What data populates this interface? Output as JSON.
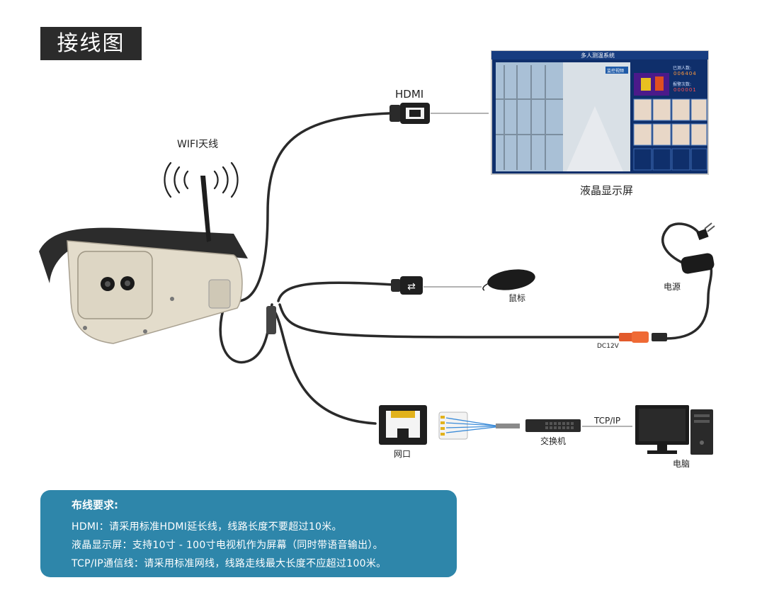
{
  "title": "接线图",
  "labels": {
    "wifi": "WIFI天线",
    "hdmi": "HDMI",
    "lcd": "液晶显示屏",
    "mouse": "鼠标",
    "power": "电源",
    "dc": "DC12V",
    "port": "网口",
    "switch": "交换机",
    "tcp": "TCP/IP",
    "pc": "电脑"
  },
  "screen": {
    "title": "多人测温系统",
    "panel_label": "监控视频",
    "count_label_1": "已测人数:",
    "count_value_1": "006404",
    "count_label_2": "报警次数:",
    "count_value_2": "000001"
  },
  "requirements": {
    "title": "布线要求:",
    "lines": [
      "HDMI：请采用标准HDMI延长线，线路长度不要超过10米。",
      "液晶显示屏：支持10寸 - 100寸电视机作为屏幕（同时带语音输出）。",
      "TCP/IP通信线：请采用标准网线，线路走线最大长度不应超过100米。"
    ]
  },
  "colors": {
    "title_bg": "#2b2b2b",
    "req_bg": "#2e86aa",
    "screen_bg": "#0f2f6b",
    "cable": "#2a2a2a",
    "leader_line": "#9a9a9a"
  }
}
